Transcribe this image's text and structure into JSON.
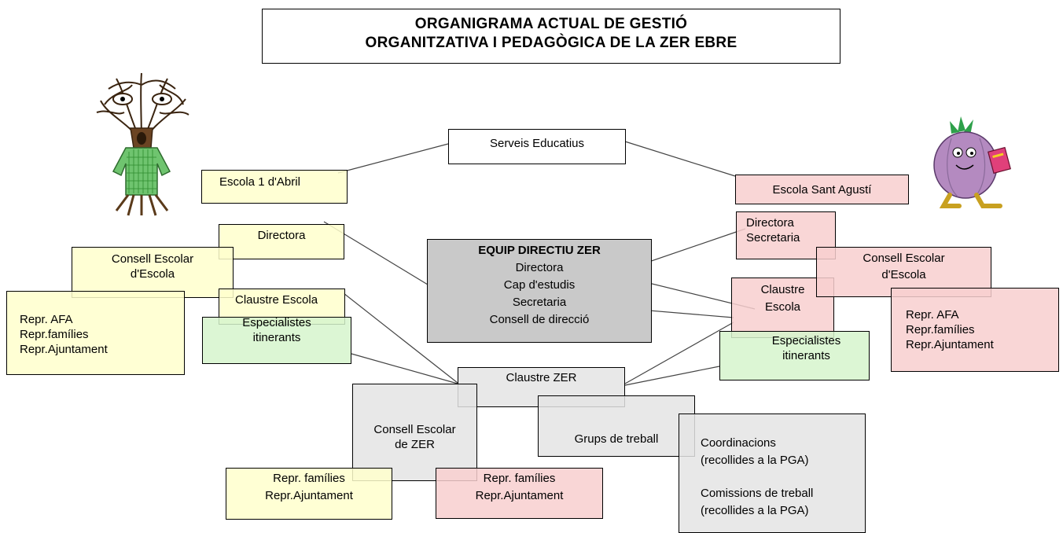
{
  "title": {
    "line1": "ORGANIGRAMA ACTUAL DE GESTIÓ",
    "line2": "ORGANITZATIVA I PEDAGÒGICA DE LA ZER EBRE"
  },
  "nodes": {
    "serveis_educatius": "Serveis Educatius",
    "escola_1_abril": "Escola 1 d'Abril",
    "escola_sant_agusti": "Escola Sant Agustí",
    "left_directora": "Directora",
    "left_consell_escolar": [
      "Consell Escolar",
      "d'Escola"
    ],
    "left_claustre": "Claustre Escola",
    "left_repr": [
      "Repr. AFA",
      "Repr.famílies",
      "Repr.Ajuntament"
    ],
    "left_especialistes": [
      "Especialistes",
      "itinerants"
    ],
    "equip_directiu": {
      "heading": "EQUIP DIRECTIU ZER",
      "items": [
        "Directora",
        "Cap d'estudis",
        "Secretaria",
        "Consell de direcció"
      ]
    },
    "right_directora": [
      "Directora",
      "Secretaria"
    ],
    "right_consell_escolar": [
      "Consell Escolar",
      "d'Escola"
    ],
    "right_claustre": [
      "Claustre",
      "Escola"
    ],
    "right_repr": [
      "Repr. AFA",
      "Repr.famílies",
      "Repr.Ajuntament"
    ],
    "right_especialistes": [
      "Especialistes",
      "itinerants"
    ],
    "claustre_zer": "Claustre ZER",
    "consell_escolar_zer": [
      "Consell Escolar",
      "de ZER"
    ],
    "grups_treball": "Grups de treball",
    "coordinacions": [
      "Coordinacions",
      "(recollides a la PGA)",
      "",
      "Comissions de treball",
      "(recollides a la PGA)"
    ],
    "repr_bottom_yellow": [
      "Repr. famílies",
      "Repr.Ajuntament"
    ],
    "repr_bottom_pink": [
      "Repr. famílies",
      "Repr.Ajuntament"
    ]
  },
  "colors": {
    "yellow_box": "#ffffcc",
    "pink_box": "#f8cfcf",
    "green_box": "#d6f4cc",
    "light_grey_box": "#e4e4e4",
    "dark_grey_box": "#c9c9c9"
  },
  "illustrations": [
    "tree-character",
    "onion-character"
  ]
}
